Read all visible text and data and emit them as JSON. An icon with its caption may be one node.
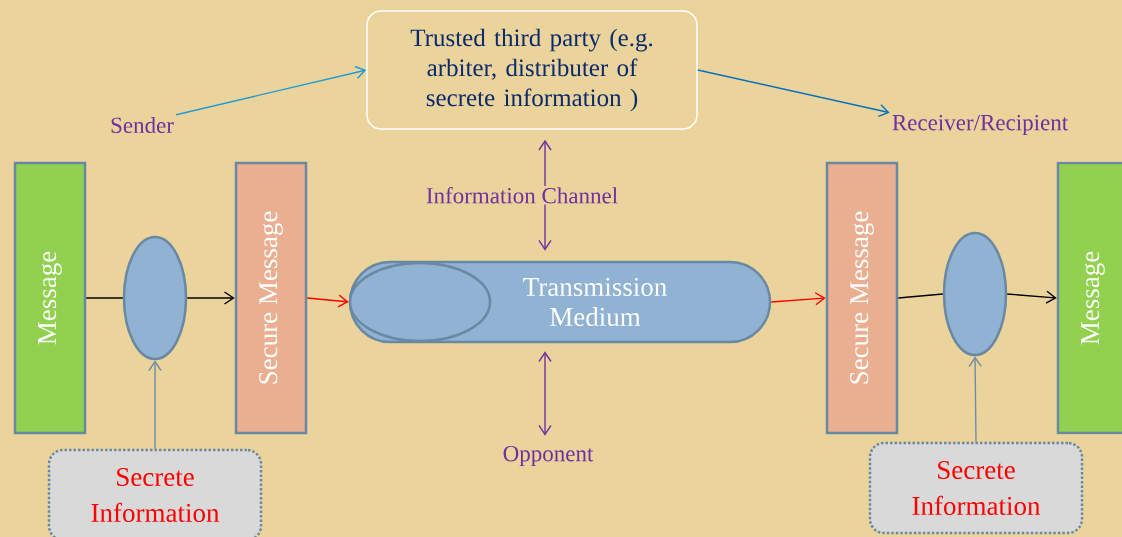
{
  "diagram": {
    "nodes": [
      {
        "text": [
          "Trusted third party (e.g. arbiter, distributer of secrete information )"
        ]
      },
      {
        "text": [
          "Sender"
        ]
      },
      {
        "text": [
          "Receiver/Recipient"
        ]
      },
      {
        "text": [
          "Message"
        ]
      },
      {
        "text": [],
        "shape": "ellipse"
      },
      {
        "text": [
          "Secure Message"
        ]
      },
      {
        "text": [
          "Transmission Medium"
        ]
      },
      {
        "text": [
          "Secure Message"
        ]
      },
      {
        "text": [],
        "shape": "ellipse"
      },
      {
        "text": [
          "Message"
        ]
      },
      {
        "text": [
          "Opponent"
        ]
      },
      {
        "text": [
          "Secrete Information"
        ]
      },
      {
        "text": [
          "Secrete Information"
        ]
      }
    ],
    "edges": [
      {
        "from": 1,
        "to": 0,
        "arrow": "to",
        "color": "#1f9ad6"
      },
      {
        "from": 0,
        "to": 2,
        "arrow": "to",
        "color": "#0070c0"
      },
      {
        "from": 3,
        "to": 4,
        "arrow": "none"
      },
      {
        "from": 4,
        "to": 5,
        "arrow": "to"
      },
      {
        "from": 5,
        "to": 6,
        "arrow": "to",
        "color": "#ff0000"
      },
      {
        "from": 0,
        "to": 6,
        "arrow": "both",
        "label": "Information Channel",
        "color": "#7030a0"
      },
      {
        "from": 6,
        "to": 10,
        "arrow": "both",
        "color": "#7030a0"
      },
      {
        "from": 6,
        "to": 7,
        "arrow": "to",
        "color": "#ff0000"
      },
      {
        "from": 7,
        "to": 8,
        "arrow": "none"
      },
      {
        "from": 8,
        "to": 9,
        "arrow": "to"
      },
      {
        "from": 11,
        "to": 4,
        "arrow": "to",
        "color": "#6f8ca6"
      },
      {
        "from": 12,
        "to": 8,
        "arrow": "to",
        "color": "#6f8ca6"
      }
    ]
  }
}
